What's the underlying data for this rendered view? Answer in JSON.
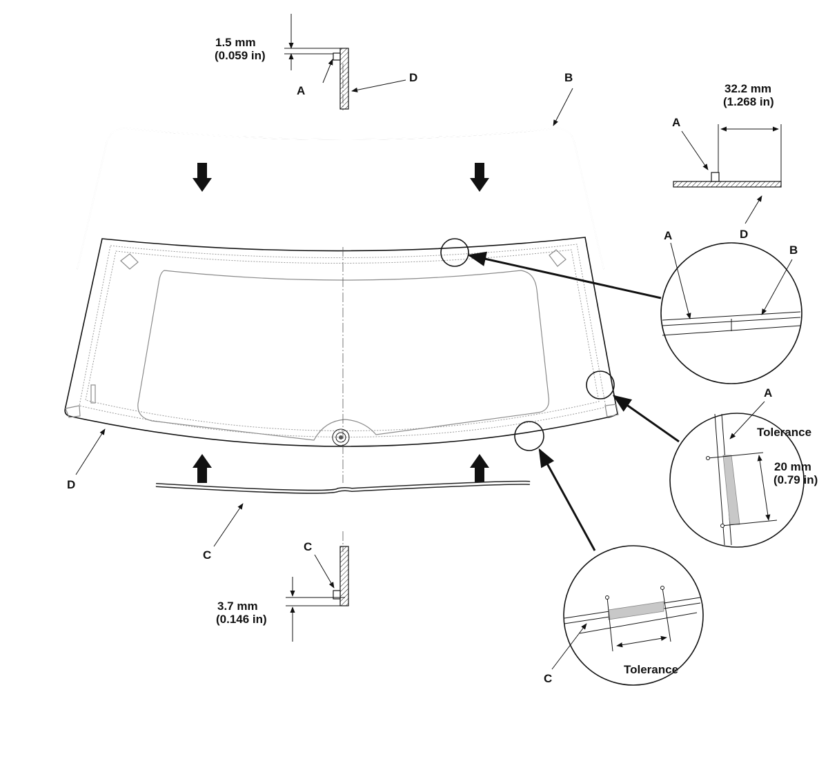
{
  "labels": {
    "a": "A",
    "b": "B",
    "c": "C",
    "d": "D"
  },
  "dimensions": {
    "top_gap_mm": "1.5 mm",
    "top_gap_in": "(0.059 in)",
    "side_offset_mm": "32.2 mm",
    "side_offset_in": "(1.268 in)",
    "bottom_gap_mm": "3.7 mm",
    "bottom_gap_in": "(0.146 in)",
    "tolerance_len_mm": "20 mm",
    "tolerance_len_in": "(0.79 in)"
  },
  "notes": {
    "tolerance": "Tolerance"
  }
}
